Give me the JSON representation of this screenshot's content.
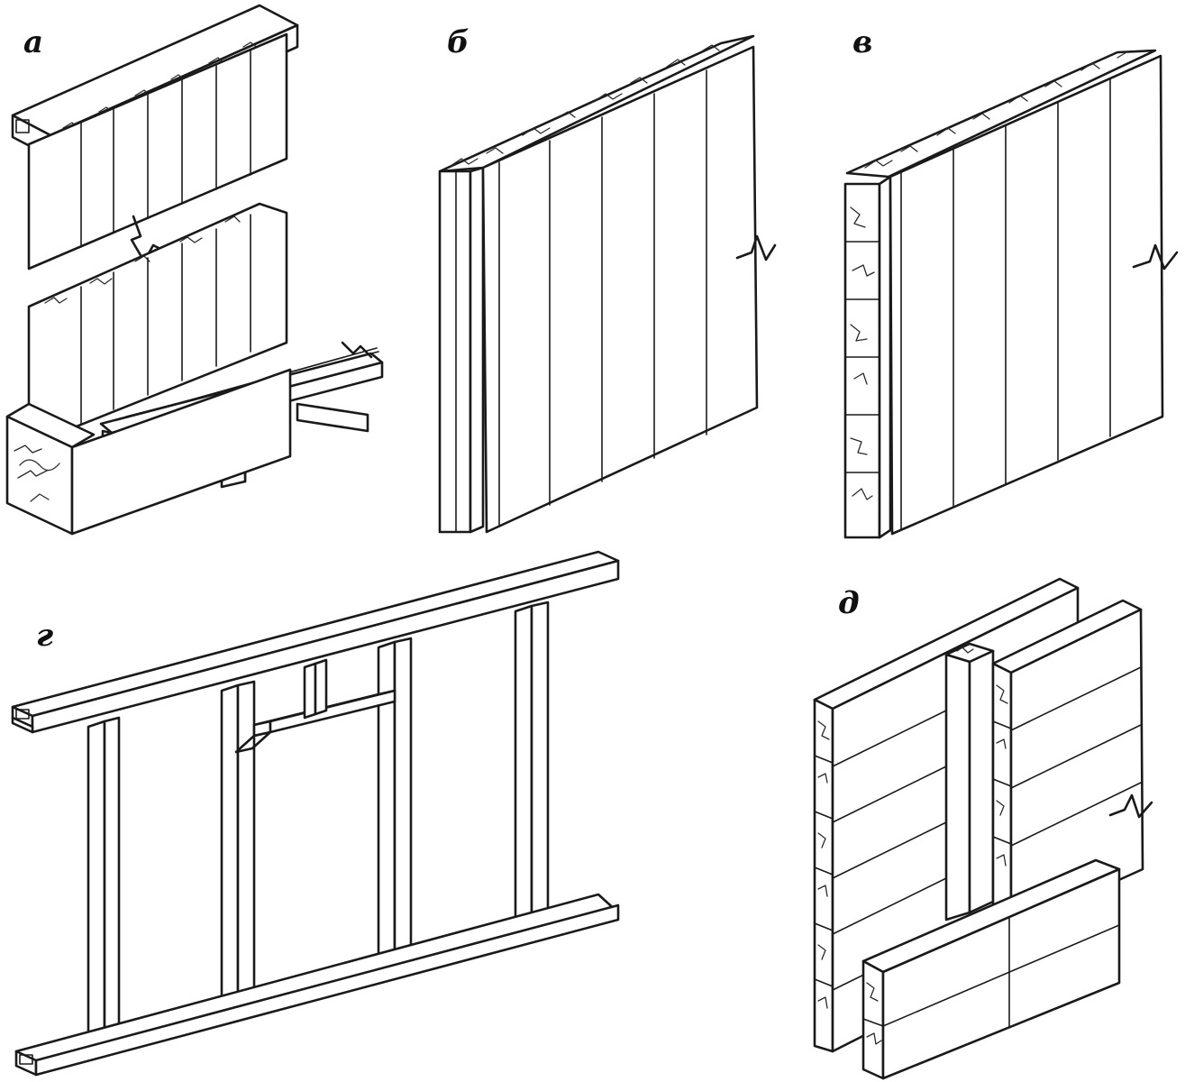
{
  "figures": [
    {
      "id": "a",
      "label": "а"
    },
    {
      "id": "b",
      "label": "б"
    },
    {
      "id": "v",
      "label": "в"
    },
    {
      "id": "g",
      "label": "г"
    },
    {
      "id": "d",
      "label": "д"
    }
  ],
  "style": {
    "ink": "#1a1a1a",
    "paper": "#ffffff"
  }
}
